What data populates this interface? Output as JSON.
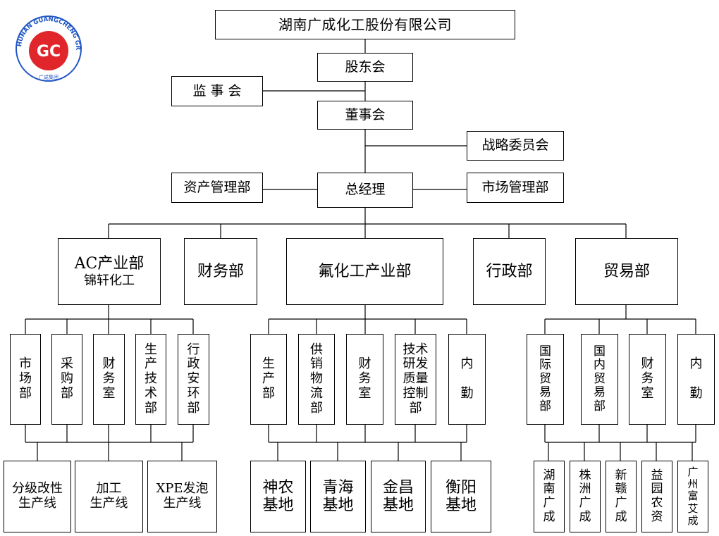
{
  "company": "湖南广成化工股份有限公司",
  "logo": {
    "ring_text": "HUNAN GUANGCHENG GROUP",
    "bottom_text": "广成集团",
    "mark": "GC",
    "colors": {
      "ring": "#1f56c4",
      "mark": "#e0252b"
    }
  },
  "governance": {
    "shareholders": "股东会",
    "supervisors": "监 事 会",
    "board": "董事会",
    "strategy": "战略委员会",
    "gm": "总经理",
    "asset_mgmt": "资产管理部",
    "market_mgmt": "市场管理部"
  },
  "divisions": {
    "ac": {
      "name": "AC产业部",
      "sub": "锦轩化工"
    },
    "finance": "财务部",
    "fluoro": "氟化工产业部",
    "admin": "行政部",
    "trade": "贸易部"
  },
  "ac_depts": [
    "市\n场\n部",
    "采\n购\n部",
    "财\n务\n室",
    "生\n产\n技\n术\n部",
    "行\n政\n安\n环\n部"
  ],
  "ac_lines": [
    "分级改性\n生产线",
    "加工\n生产线",
    "XPE发泡\n生产线"
  ],
  "fluoro_depts": [
    "生\n产\n部",
    "供\n销\n物\n流\n部",
    "财\n务\n室",
    "技术\n研发\n质量\n控制\n部",
    "内\n\n勤"
  ],
  "fluoro_bases": [
    "神农\n基地",
    "青海\n基地",
    "金昌\n基地",
    "衡阳\n基地"
  ],
  "trade_depts": [
    "国\n际\n贸\n易\n部",
    "国\n内\n贸\n易\n部",
    "财\n务\n室",
    "内\n\n勤"
  ],
  "trade_companies": [
    "湖\n南\n广\n成",
    "株\n洲\n广\n成",
    "新\n赣\n广\n成",
    "益\n园\n农\n资",
    "广\n州\n富\n艾\n成"
  ]
}
